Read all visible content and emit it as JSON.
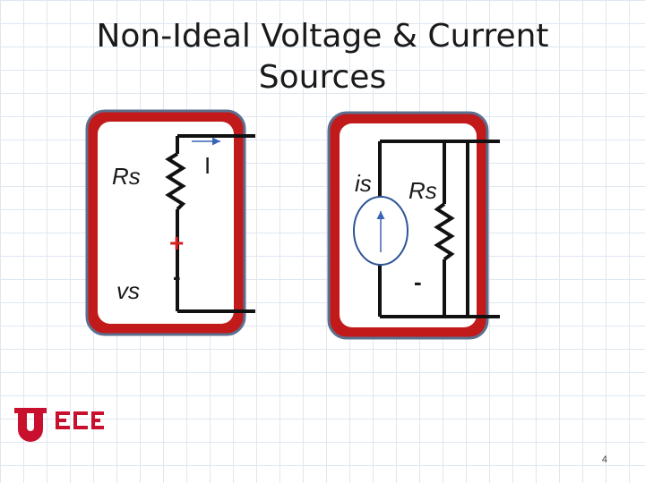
{
  "slide": {
    "title": "Non-Ideal Voltage & Current Sources",
    "page_number": "4"
  },
  "left_circuit": {
    "resistor_label": "Rs",
    "source_label": "vs",
    "current_label": "I",
    "plus_sign": "+",
    "minus_sign": "-"
  },
  "right_circuit": {
    "source_label": "is",
    "resistor_label": "Rs",
    "minus_sign": "-"
  },
  "logo": {
    "text": "UECE",
    "colors": {
      "brand_red": "#c8102e"
    }
  },
  "colors": {
    "frame_fill": "#c21a1a",
    "frame_border": "#5b6f8e",
    "wire": "#111111",
    "plus": "#d62020"
  }
}
